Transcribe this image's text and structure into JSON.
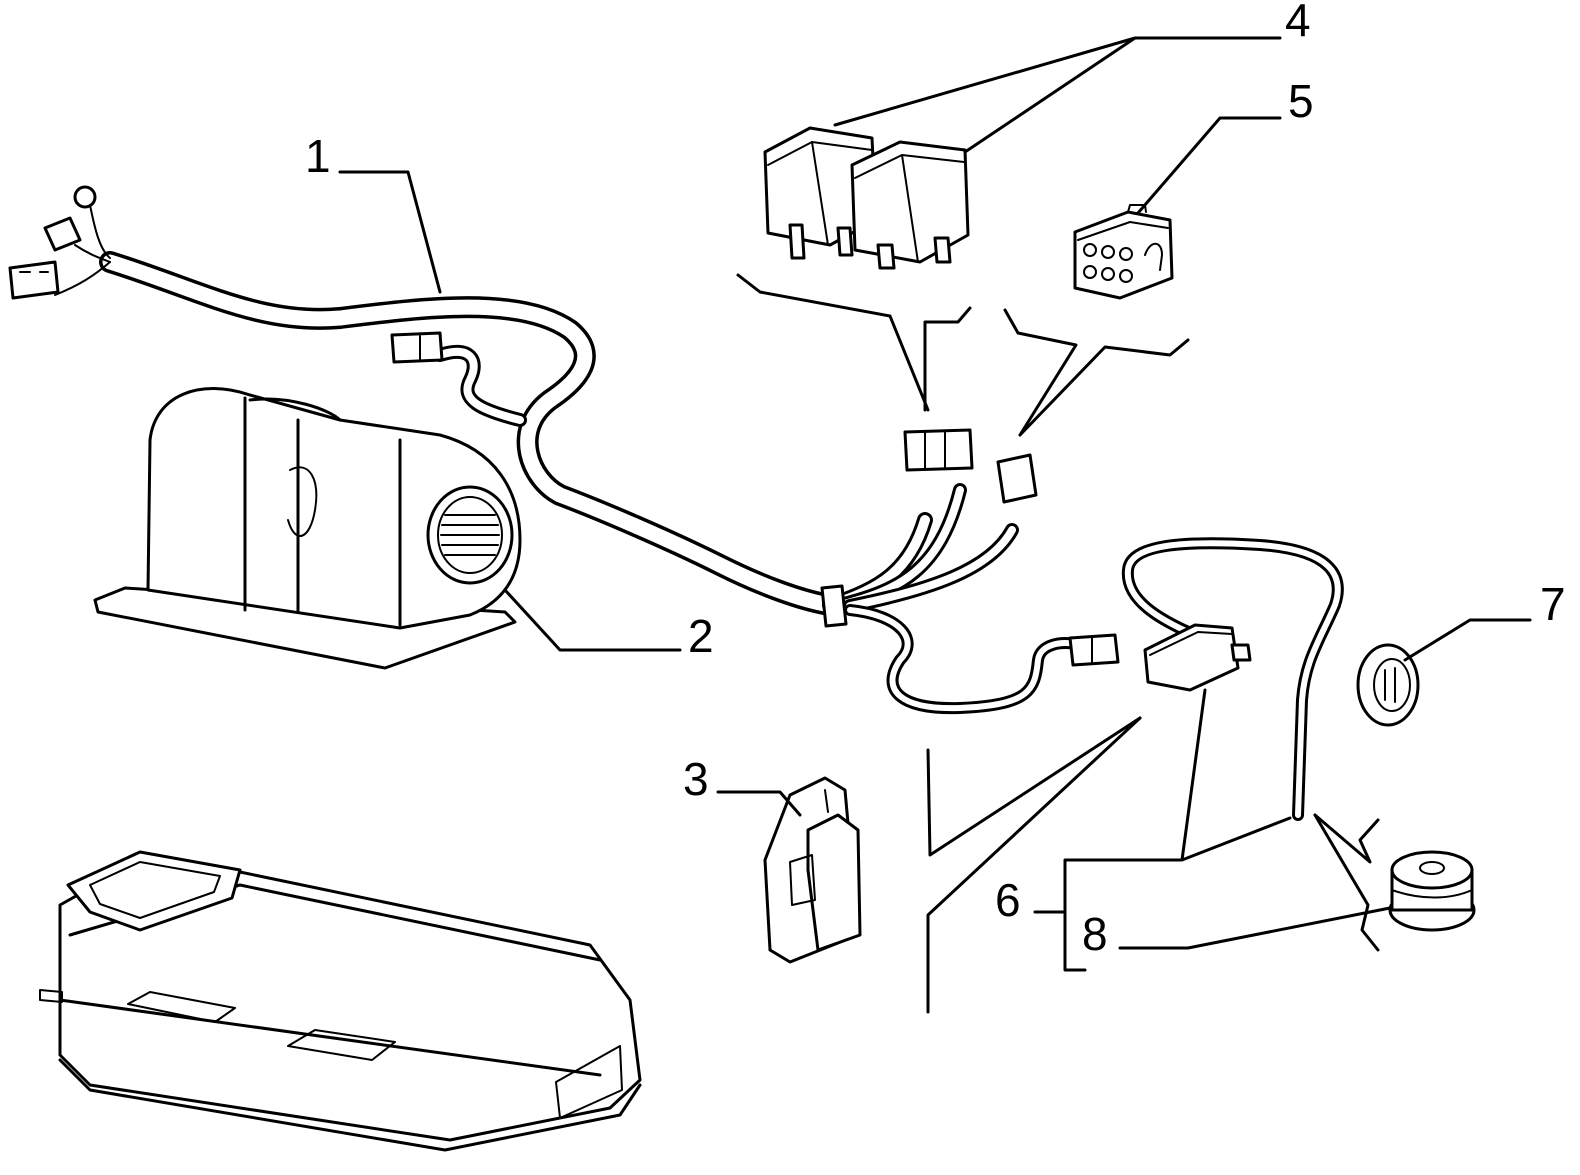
{
  "diagram": {
    "callouts": [
      {
        "id": "1",
        "text": "1"
      },
      {
        "id": "2",
        "text": "2"
      },
      {
        "id": "3",
        "text": "3"
      },
      {
        "id": "4",
        "text": "4"
      },
      {
        "id": "5",
        "text": "5"
      },
      {
        "id": "6",
        "text": "6"
      },
      {
        "id": "7",
        "text": "7"
      },
      {
        "id": "8",
        "text": "8"
      }
    ],
    "parts": [
      {
        "ref": "1",
        "icon": "wiring-harness-icon"
      },
      {
        "ref": "2",
        "icon": "blower-fan-icon"
      },
      {
        "ref": "3",
        "icon": "resistor-module-icon"
      },
      {
        "ref": "4",
        "icon": "relay-icon"
      },
      {
        "ref": "5",
        "icon": "connector-block-icon"
      },
      {
        "ref": "6",
        "icon": "temperature-sensor-icon"
      },
      {
        "ref": "7",
        "icon": "grommet-icon"
      },
      {
        "ref": "8",
        "icon": "rubber-mount-icon"
      }
    ],
    "colors": {
      "ink": "#000000",
      "paper": "#ffffff"
    }
  }
}
